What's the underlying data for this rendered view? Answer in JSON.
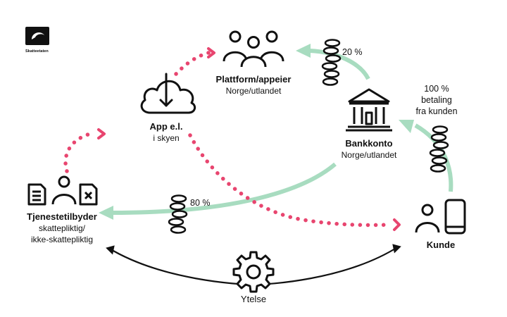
{
  "logo": {
    "text": "Skatteetaten"
  },
  "nodes": {
    "platform": {
      "title": "Plattform/appeier",
      "subtitle": "Norge/utlandet"
    },
    "app": {
      "title": "App e.l.",
      "subtitle": "i skyen"
    },
    "bank": {
      "title": "Bankkonto",
      "subtitle": "Norge/utlandet"
    },
    "provider": {
      "title": "Tjenestetilbyder",
      "subtitle1": "skattepliktig/",
      "subtitle2": "ikke-skattepliktig"
    },
    "customer": {
      "title": "Kunde"
    },
    "service": {
      "title": "Ytelse"
    }
  },
  "labels": {
    "pct20": "20 %",
    "pct80": "80 %",
    "pay1": "100 %",
    "pay2": "betaling",
    "pay3": "fra kunden"
  },
  "colors": {
    "money": "#a8dcc0",
    "data": "#e8456f",
    "ink": "#111111"
  },
  "icons": [
    "skatteetaten-logo-icon",
    "people-group-icon",
    "cloud-download-icon",
    "bank-building-icon",
    "documents-person-icon",
    "person-phone-icon",
    "gear-icon",
    "coin-stack-icon"
  ]
}
